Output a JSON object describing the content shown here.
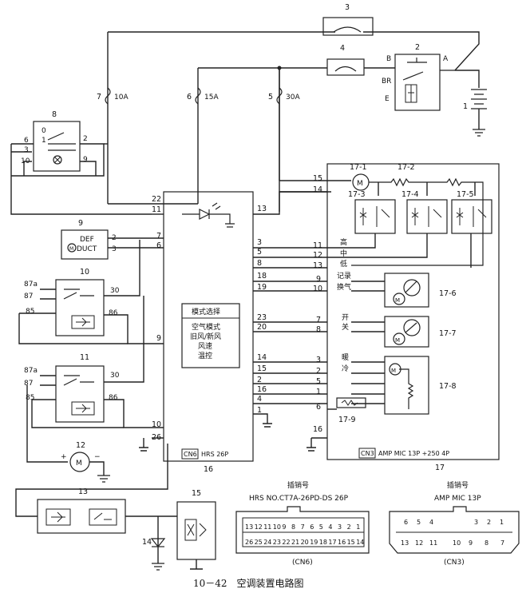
{
  "components": {
    "c1": "1",
    "c2": "2",
    "c3": "3",
    "c4": "4",
    "c5": "5",
    "c6": "6",
    "c7": "7",
    "c8": "8",
    "c9": "9",
    "c10": "10",
    "c11": "11",
    "c12": "12",
    "c13": "13",
    "c14": "14",
    "c15": "15",
    "c16": "16",
    "c17": "17",
    "c17_1": "17-1",
    "c17_2": "17-2",
    "c17_3": "17-3",
    "c17_4": "17-4",
    "c17_5": "17-5",
    "c17_6": "17-6",
    "c17_7": "17-7",
    "c17_8": "17-8",
    "c17_9": "17-9"
  },
  "fuses": {
    "f7": "10A",
    "f6": "15A",
    "f5": "30A"
  },
  "relay2_terms": {
    "a": "A",
    "b": "B",
    "br": "BR",
    "e": "E"
  },
  "switch8_pins": {
    "p0": "0",
    "p1": "1",
    "p2": "2",
    "p3": "3",
    "p6": "6",
    "p9": "9",
    "p10": "10"
  },
  "switch9": {
    "def": "DEF",
    "duct": "DUCT",
    "p2": "2",
    "p3": "3"
  },
  "relay_pins": {
    "p87a": "87a",
    "p87": "87",
    "p85": "85",
    "p86": "86",
    "p30": "30"
  },
  "hrs_pins": {
    "p22": "22",
    "p11": "11",
    "p13": "13",
    "p7": "7",
    "p6": "6",
    "p3": "3",
    "p5": "5",
    "p8": "8",
    "p18": "18",
    "p19": "19",
    "p9": "9",
    "p23": "23",
    "p20": "20",
    "p14": "14",
    "p15": "15",
    "p2": "2",
    "p16": "16",
    "p4": "4",
    "p1": "1",
    "p10": "10",
    "p26": "26"
  },
  "amp_pins": {
    "p15": "15",
    "p14": "14",
    "p11": "11",
    "p12": "12",
    "p13": "13",
    "p9": "9",
    "p10": "10",
    "p7": "7",
    "p8": "8",
    "p3": "3",
    "p2": "2",
    "p5": "5",
    "p1": "1",
    "p6": "6",
    "p16": "16"
  },
  "amp_labels": {
    "high": "高",
    "mid": "中",
    "low": "低",
    "record": "记录",
    "vent": "换气",
    "open": "开",
    "close": "关",
    "warm": "暖",
    "cool": "冷"
  },
  "mode_box": {
    "title": "模式选择",
    "l1": "空气模式",
    "l2": "旧风/新风",
    "l3": "风速",
    "l4": "温控"
  },
  "cn6_label": "CN6",
  "cn6_text": "HRS 26P",
  "cn3_label": "CN3",
  "cn3_text": "AMP MIC 13P +250 4P",
  "connectors": {
    "left_title": "插销号",
    "left_sub": "HRS NO.CT7A-26PD-DS 26P",
    "left_tag": "(CN6)",
    "left_top": [
      "13",
      "12",
      "11",
      "10",
      "9",
      "8",
      "7",
      "6",
      "5",
      "4",
      "3",
      "2",
      "1"
    ],
    "left_bottom": [
      "26",
      "25",
      "24",
      "23",
      "22",
      "21",
      "20",
      "19",
      "18",
      "17",
      "16",
      "15",
      "14"
    ],
    "right_title": "插销号",
    "right_sub": "AMP MIC 13P",
    "right_tag": "(CN3)",
    "right_top": [
      "6",
      "5",
      "4",
      "3",
      "2",
      "1"
    ],
    "right_bottom": [
      "13",
      "12",
      "11",
      "10",
      "9",
      "8",
      "7"
    ]
  },
  "caption": "10－42　空调装置电路图"
}
